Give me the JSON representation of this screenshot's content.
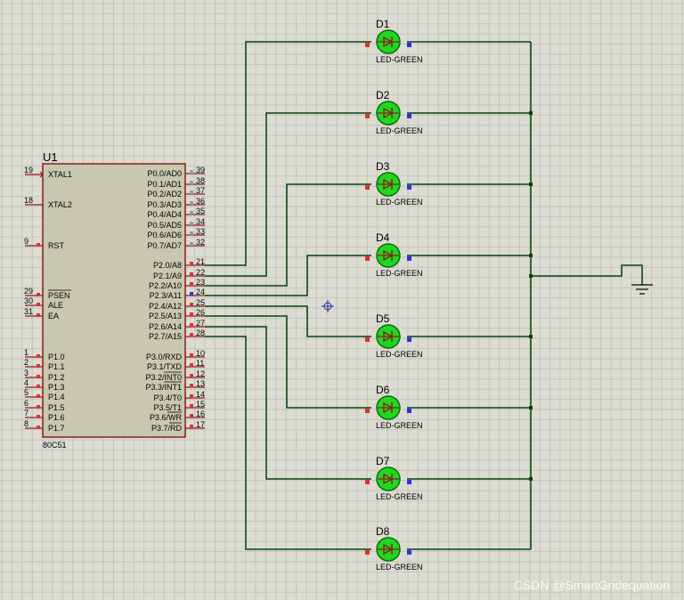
{
  "chip": {
    "ref": "U1",
    "part": "80C51",
    "left_pins": [
      {
        "num": "19",
        "name": "XTAL1"
      },
      {
        "num": "18",
        "name": "XTAL2"
      },
      {
        "num": "9",
        "name": "RST"
      },
      {
        "num": "29",
        "name": "PSEN"
      },
      {
        "num": "30",
        "name": "ALE"
      },
      {
        "num": "31",
        "name": "EA"
      },
      {
        "num": "1",
        "name": "P1.0"
      },
      {
        "num": "2",
        "name": "P1.1"
      },
      {
        "num": "3",
        "name": "P1.2"
      },
      {
        "num": "4",
        "name": "P1.3"
      },
      {
        "num": "5",
        "name": "P1.4"
      },
      {
        "num": "6",
        "name": "P1.5"
      },
      {
        "num": "7",
        "name": "P1.6"
      },
      {
        "num": "8",
        "name": "P1.7"
      }
    ],
    "right_pins": [
      {
        "num": "39",
        "name": "P0.0/AD0"
      },
      {
        "num": "38",
        "name": "P0.1/AD1"
      },
      {
        "num": "37",
        "name": "P0.2/AD2"
      },
      {
        "num": "36",
        "name": "P0.3/AD3"
      },
      {
        "num": "35",
        "name": "P0.4/AD4"
      },
      {
        "num": "34",
        "name": "P0.5/AD5"
      },
      {
        "num": "33",
        "name": "P0.6/AD6"
      },
      {
        "num": "32",
        "name": "P0.7/AD7"
      },
      {
        "num": "21",
        "name": "P2.0/A8"
      },
      {
        "num": "22",
        "name": "P2.1/A9"
      },
      {
        "num": "23",
        "name": "P2.2/A10"
      },
      {
        "num": "24",
        "name": "P2.3/A11"
      },
      {
        "num": "25",
        "name": "P2.4/A12"
      },
      {
        "num": "26",
        "name": "P2.5/A13"
      },
      {
        "num": "27",
        "name": "P2.6/A14"
      },
      {
        "num": "28",
        "name": "P2.7/A15"
      },
      {
        "num": "10",
        "name": "P3.0/RXD"
      },
      {
        "num": "11",
        "name": "P3.1/TXD"
      },
      {
        "num": "12",
        "name": "P3.2/INT0"
      },
      {
        "num": "13",
        "name": "P3.3/INT1"
      },
      {
        "num": "14",
        "name": "P3.4/T0"
      },
      {
        "num": "15",
        "name": "P3.5/T1"
      },
      {
        "num": "16",
        "name": "P3.6/WR"
      },
      {
        "num": "17",
        "name": "P3.7/RD"
      }
    ]
  },
  "leds": [
    {
      "ref": "D1",
      "part": "LED-GREEN"
    },
    {
      "ref": "D2",
      "part": "LED-GREEN"
    },
    {
      "ref": "D3",
      "part": "LED-GREEN"
    },
    {
      "ref": "D4",
      "part": "LED-GREEN"
    },
    {
      "ref": "D5",
      "part": "LED-GREEN"
    },
    {
      "ref": "D6",
      "part": "LED-GREEN"
    },
    {
      "ref": "D7",
      "part": "LED-GREEN"
    },
    {
      "ref": "D8",
      "part": "LED-GREEN"
    }
  ],
  "watermark": "CSDN @SmartGridequation",
  "colors": {
    "background": "#dcdcd2",
    "grid": "#c4c4ba",
    "wire": "#00440a",
    "chip_body": "#c8c8b0",
    "chip_border": "#8a1c1c",
    "pin": "#8a1c1c",
    "led_fill": "#1ed81e",
    "led_symbol": "#8a1c1c",
    "pin_red": "#e03030",
    "pin_blue": "#3030e0"
  },
  "icons": {
    "led": "led-diode-icon",
    "ground": "ground-icon",
    "cursor": "crosshair-cursor-icon"
  }
}
